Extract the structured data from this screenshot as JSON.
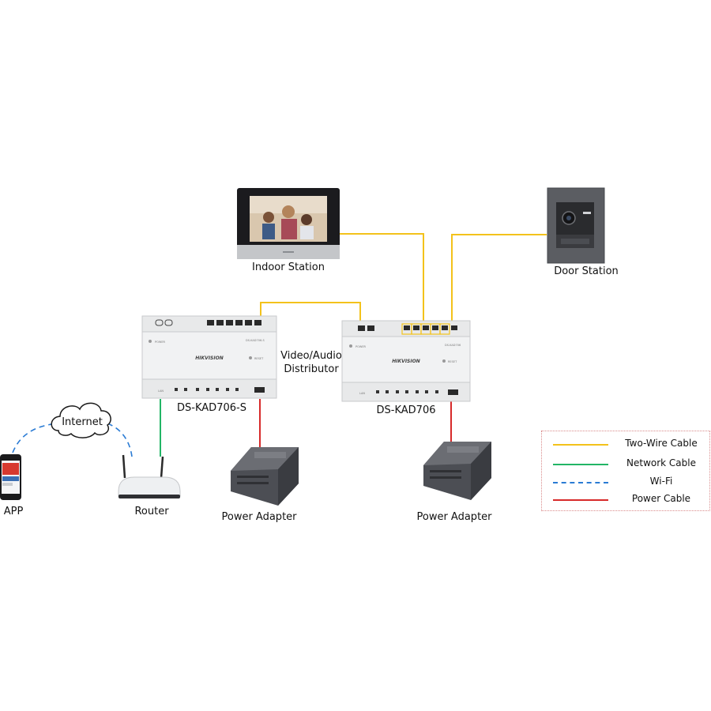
{
  "labels": {
    "indoor_station": "Indoor Station",
    "door_station": "Door Station",
    "video_audio": "Video/Audio",
    "distributor": "Distributor",
    "ds_kad706_s": "DS-KAD706-S",
    "ds_kad706": "DS-KAD706",
    "router": "Router",
    "app": "APP",
    "internet": "Internet",
    "power_adapter_1": "Power Adapter",
    "power_adapter_2": "Power Adapter"
  },
  "device_text": {
    "brand": "HIKVISION",
    "power": "POWER",
    "reset": "RESET",
    "lan": "LAN",
    "model_s": "DS-KAD706-S",
    "model": "DS-KAD706"
  },
  "legend": [
    {
      "label": "Two-Wire Cable",
      "color": "#f3c21b",
      "style": "solid"
    },
    {
      "label": "Network Cable",
      "color": "#22b566",
      "style": "solid"
    },
    {
      "label": "Wi-Fi",
      "color": "#2a7bd4",
      "style": "dashed"
    },
    {
      "label": "Power Cable",
      "color": "#d72a2a",
      "style": "solid"
    }
  ],
  "colors": {
    "two_wire": "#f3c21b",
    "network": "#22b566",
    "wifi": "#2a7bd4",
    "power": "#d72a2a"
  }
}
